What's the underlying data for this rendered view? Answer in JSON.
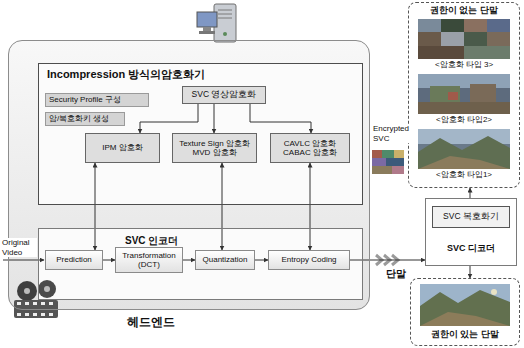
{
  "diagram": {
    "nodes": [
      {
        "text": [
          "헤드엔드"
        ]
      },
      {
        "text": [
          "Incompression 방식의암호화기"
        ],
        "in": 0
      },
      {
        "text": [
          "Security Profile 구성"
        ],
        "in": 1
      },
      {
        "text": [
          "암/복호화키 생성"
        ],
        "in": 1
      },
      {
        "text": [
          "SVC 영상암호화"
        ],
        "in": 1
      },
      {
        "text": [
          "IPM 암호화"
        ],
        "in": 1
      },
      {
        "text": [
          "Texture Sign 암호화 MVD 암호화"
        ],
        "in": 1
      },
      {
        "text": [
          "CAVLC 암호화 CABAC 암호화"
        ],
        "in": 1
      },
      {
        "text": [
          "SVC 인코더"
        ],
        "in": 0
      },
      {
        "text": [
          "Prediction"
        ],
        "in": 8
      },
      {
        "text": [
          "Transformation (DCT)"
        ],
        "in": 8
      },
      {
        "text": [
          "Quantization"
        ],
        "in": 8
      },
      {
        "text": [
          "Entropy Coding"
        ],
        "in": 8
      },
      {
        "text": [
          "권한이 없는 단말",
          "<암호화 타입 3>",
          "<암호화 타입2>",
          "<암호화 타입1>"
        ]
      },
      {
        "text": [
          "SVC 디코더"
        ]
      },
      {
        "text": [
          "SVC 복호화기"
        ],
        "in": 14
      },
      {
        "text": [
          "권한이 있는 단말"
        ]
      }
    ],
    "edges": [
      {
        "from": 9,
        "to": 10,
        "arrow": "to"
      },
      {
        "from": 10,
        "to": 11,
        "arrow": "to"
      },
      {
        "from": 11,
        "to": 12,
        "arrow": "to"
      },
      {
        "from": 4,
        "to": 5,
        "arrow": "to"
      },
      {
        "from": 4,
        "to": 6,
        "arrow": "to"
      },
      {
        "from": 4,
        "to": 7,
        "arrow": "to"
      },
      {
        "from": 9,
        "to": 5,
        "arrow": "both"
      },
      {
        "from": 11,
        "to": 6,
        "arrow": "both"
      },
      {
        "from": 12,
        "to": 7,
        "arrow": "both"
      },
      {
        "from": 12,
        "to": 14,
        "arrow": "to"
      },
      {
        "from": 14,
        "to": 13,
        "arrow": "to"
      },
      {
        "from": 14,
        "to": 16,
        "arrow": "to"
      }
    ],
    "labels": [
      "Original Video",
      "Encrypted SVC",
      "단말"
    ]
  }
}
